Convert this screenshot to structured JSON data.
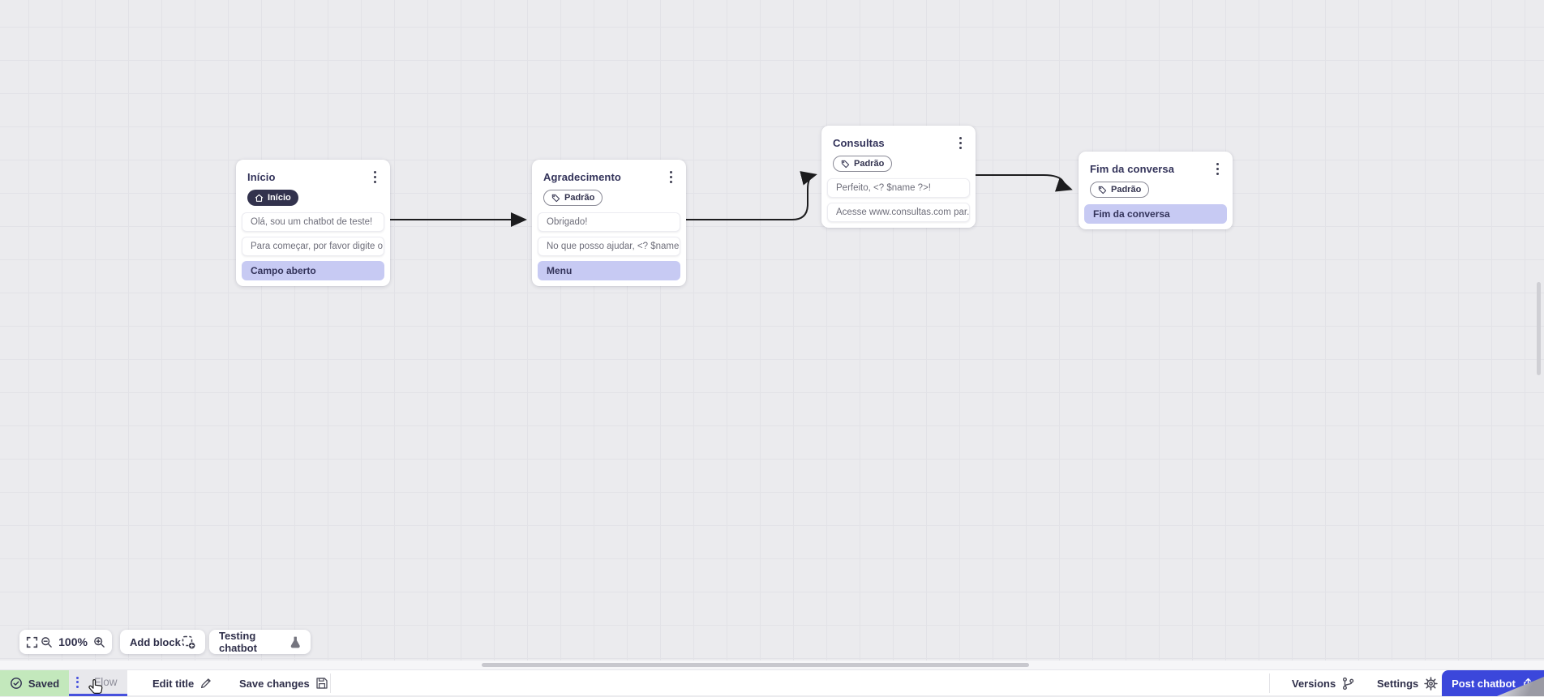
{
  "canvas": {
    "nodes": [
      {
        "title": "Início",
        "badge": {
          "icon": "home",
          "label": "Início"
        },
        "messages": [
          {
            "text": "Olá, sou um chatbot de teste!",
            "type": "bubble"
          },
          {
            "text": "Para começar, por favor digite o ...",
            "type": "bubble"
          },
          {
            "text": "Campo aberto",
            "type": "highlight"
          }
        ]
      },
      {
        "title": "Agradecimento",
        "badge": {
          "icon": "tag",
          "label": "Padrão"
        },
        "messages": [
          {
            "text": "Obrigado!",
            "type": "bubble"
          },
          {
            "text": "No que posso ajudar, <? $name ...",
            "type": "bubble"
          },
          {
            "text": "Menu",
            "type": "highlight"
          }
        ]
      },
      {
        "title": "Consultas",
        "badge": {
          "icon": "tag",
          "label": "Padrão"
        },
        "messages": [
          {
            "text": "Perfeito, <? $name ?>!",
            "type": "bubble"
          },
          {
            "text": "Acesse www.consultas.com par...",
            "type": "bubble"
          }
        ]
      },
      {
        "title": "Fim da conversa",
        "badge": {
          "icon": "tag",
          "label": "Padrão"
        },
        "messages": [
          {
            "text": "Fim da conversa",
            "type": "highlight"
          }
        ]
      }
    ]
  },
  "toolbar": {
    "zoom_level": "100%",
    "add_block_label": "Add block",
    "testing_chatbot_label": "Testing chatbot"
  },
  "statusbar": {
    "saved_label": "Saved",
    "flow_tab_label": "Flow",
    "edit_title_label": "Edit title",
    "save_changes_label": "Save changes",
    "versions_label": "Versions",
    "settings_label": "Settings",
    "post_chatbot_label": "Post chatbot"
  },
  "colors": {
    "accent": "#4650dd",
    "saved_bg": "#c3e8bc",
    "highlight_bg": "#c7caf3",
    "connector": "#1c1c1e",
    "badge_dark_bg": "#32324d"
  }
}
